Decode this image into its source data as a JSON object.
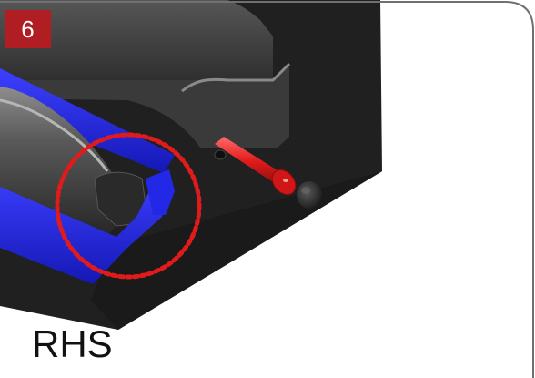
{
  "step": {
    "number": "6"
  },
  "view": {
    "side_label": "RHS"
  },
  "colors": {
    "step_badge": "#b01e23",
    "bracket": "#1e22d8",
    "fastener": "#e01b1b",
    "highlight_circle": "#e01b1b",
    "housing": "#2a2a2a",
    "frame_border": "#707070"
  },
  "icons": {
    "highlight": "dotted-highlight-circle",
    "fastener": "screw-icon",
    "grommet": "grommet-icon"
  }
}
